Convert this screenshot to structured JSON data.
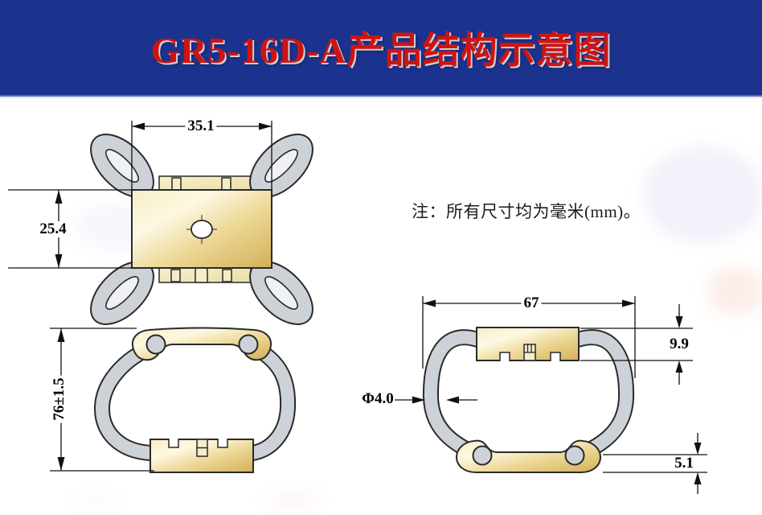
{
  "header": {
    "title": "GR5-16D-A产品结构示意图"
  },
  "note": {
    "text": "注：所有尺寸均为毫米(mm)。"
  },
  "views": {
    "top_view": {
      "dimensions": {
        "width": "35.1",
        "height": "25.4"
      }
    },
    "front_view": {
      "dimensions": {
        "height": "76±1.5"
      }
    },
    "side_view": {
      "dimensions": {
        "width": "67",
        "block_height": "9.9",
        "wire_diameter": "Φ4.0",
        "base_height": "5.1"
      }
    }
  },
  "colors": {
    "banner_bg": "#1b338e",
    "title_red": "#cf1410",
    "metal_gold": "#e9d28a",
    "metal_gold_light": "#f4edca",
    "wire_gray": "#cdd1d8",
    "line_black": "#2a2a2a"
  }
}
